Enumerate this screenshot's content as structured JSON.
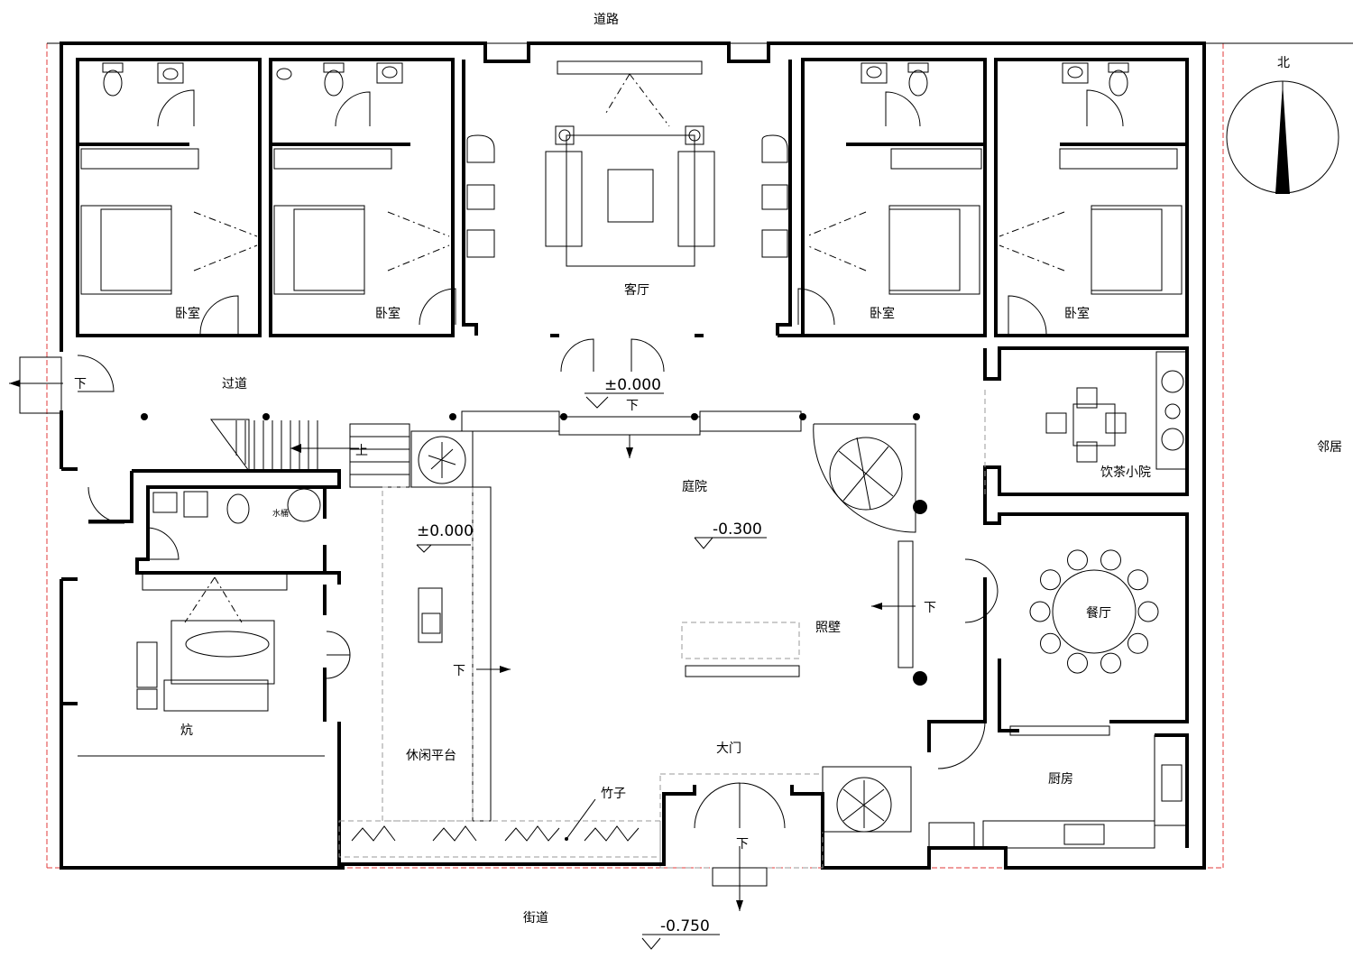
{
  "labels": {
    "road_top": "道路",
    "street_bottom": "街道",
    "neighbor": "邻居",
    "north": "北",
    "living_room": "客厅",
    "bedroom": "卧室",
    "corridor": "过道",
    "courtyard": "庭院",
    "tea_yard": "饮茶小院",
    "dining": "餐厅",
    "kitchen": "厨房",
    "kang": "炕",
    "leisure_platform": "休闲平台",
    "main_gate": "大门",
    "screen_wall": "照壁",
    "bamboo": "竹子",
    "water_bucket": "水桶",
    "down": "下",
    "up": "上"
  },
  "levels": {
    "hall": "±0.000",
    "platform": "±0.000",
    "courtyard": "-0.300",
    "street": "-0.750"
  }
}
